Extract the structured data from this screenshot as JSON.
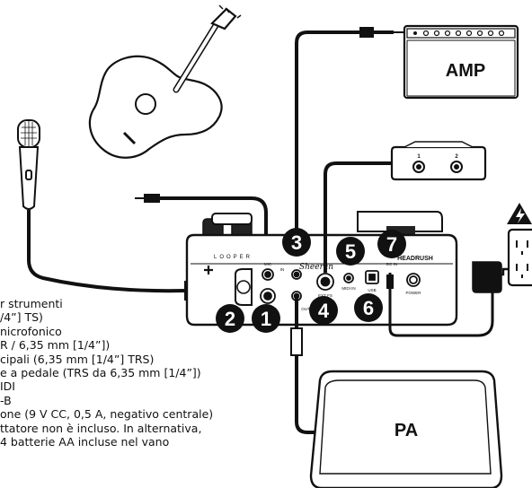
{
  "labels": {
    "amp": "AMP",
    "pa": "PA",
    "looper_brand": "LOOPER",
    "looper_logo": "Sheeran",
    "headrush": "HEADRUSH",
    "mic": "MIC",
    "power": "POWER",
    "ext_fs": "EXT FS",
    "midi_in": "MIDI IN",
    "usb": "USB",
    "dc_in": "DC IN",
    "in": "IN",
    "out": "OUT",
    "footswitch_1": "1",
    "footswitch_2": "2"
  },
  "callouts": [
    "1",
    "2",
    "3",
    "4",
    "5",
    "6",
    "7"
  ],
  "legend": [
    "r strumenti",
    "/4”] TS)",
    "nicrofonico",
    "R / 6,35 mm [1/4”])",
    "cipali (6,35 mm [1/4”] TRS)",
    "e a pedale (TRS da 6,35 mm [1/4”])",
    "IDI",
    "-B",
    "one (9 V CC, 0,5 A, negativo centrale)",
    "ttatore non è incluso. In alternativa,",
    "4 batterie AA incluse nel vano"
  ]
}
